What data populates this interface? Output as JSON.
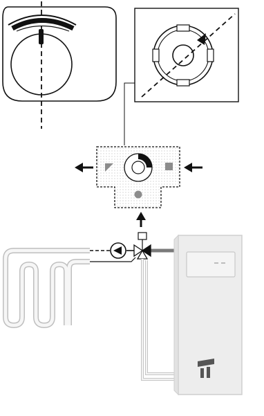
{
  "diagram": {
    "colors": {
      "line": "#111111",
      "pipe_outline": "#bfbfbf",
      "pipe_fill": "#f4f4f4",
      "boiler_body": "#ededed",
      "boiler_edge": "#cfcfcf",
      "marker_grey": "#8c8c8c",
      "background": "#ffffff"
    },
    "components": [
      "actuator-housing",
      "rotary-knob",
      "detail-zoom-box",
      "three-way-mixing-valve",
      "underfloor-heating-coil",
      "circulation-pump",
      "three-way-valve-symbol",
      "boiler"
    ],
    "icons": [
      "flow-left-arrow-icon",
      "flow-right-arrow-icon",
      "flow-up-arrow-icon",
      "pump-icon",
      "boiler-logo-icon"
    ]
  }
}
